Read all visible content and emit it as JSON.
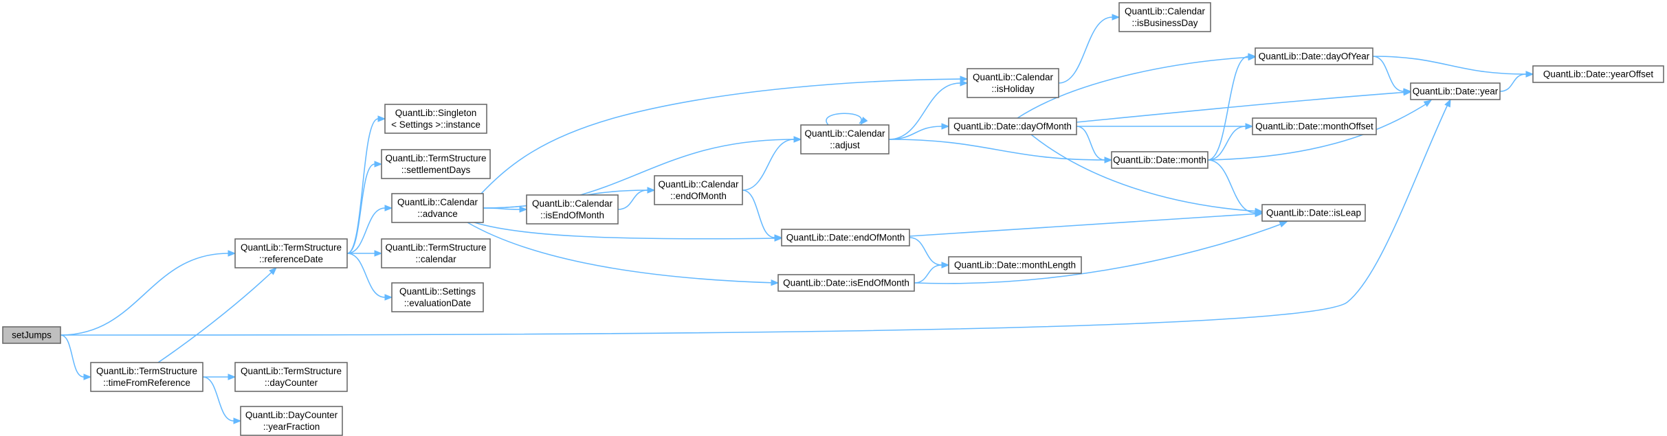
{
  "nodes": [
    {
      "id": "setJumps",
      "lines": [
        "setJumps"
      ],
      "root": true
    },
    {
      "id": "ts_referenceDate",
      "lines": [
        "QuantLib::TermStructure",
        "::referenceDate"
      ]
    },
    {
      "id": "ts_timeFromReference",
      "lines": [
        "QuantLib::TermStructure",
        "::timeFromReference"
      ]
    },
    {
      "id": "singleton_instance",
      "lines": [
        "QuantLib::Singleton",
        "< Settings >::instance"
      ]
    },
    {
      "id": "ts_settlementDays",
      "lines": [
        "QuantLib::TermStructure",
        "::settlementDays"
      ]
    },
    {
      "id": "cal_advance",
      "lines": [
        "QuantLib::Calendar",
        "::advance"
      ]
    },
    {
      "id": "ts_calendar",
      "lines": [
        "QuantLib::TermStructure",
        "::calendar"
      ]
    },
    {
      "id": "settings_evaluationDate",
      "lines": [
        "QuantLib::Settings",
        "::evaluationDate"
      ]
    },
    {
      "id": "ts_dayCounter",
      "lines": [
        "QuantLib::TermStructure",
        "::dayCounter"
      ]
    },
    {
      "id": "dc_yearFraction",
      "lines": [
        "QuantLib::DayCounter",
        "::yearFraction"
      ]
    },
    {
      "id": "cal_isEndOfMonth",
      "lines": [
        "QuantLib::Calendar",
        "::isEndOfMonth"
      ]
    },
    {
      "id": "cal_endOfMonth",
      "lines": [
        "QuantLib::Calendar",
        "::endOfMonth"
      ]
    },
    {
      "id": "cal_adjust",
      "lines": [
        "QuantLib::Calendar",
        "::adjust"
      ]
    },
    {
      "id": "date_endOfMonth",
      "lines": [
        "QuantLib::Date::endOfMonth"
      ]
    },
    {
      "id": "date_isEndOfMonth",
      "lines": [
        "QuantLib::Date::isEndOfMonth"
      ]
    },
    {
      "id": "cal_isHoliday",
      "lines": [
        "QuantLib::Calendar",
        "::isHoliday"
      ]
    },
    {
      "id": "cal_isBusinessDay",
      "lines": [
        "QuantLib::Calendar",
        "::isBusinessDay"
      ]
    },
    {
      "id": "date_dayOfMonth",
      "lines": [
        "QuantLib::Date::dayOfMonth"
      ]
    },
    {
      "id": "date_monthLength",
      "lines": [
        "QuantLib::Date::monthLength"
      ]
    },
    {
      "id": "date_month",
      "lines": [
        "QuantLib::Date::month"
      ]
    },
    {
      "id": "date_dayOfYear",
      "lines": [
        "QuantLib::Date::dayOfYear"
      ]
    },
    {
      "id": "date_monthOffset",
      "lines": [
        "QuantLib::Date::monthOffset"
      ]
    },
    {
      "id": "date_isLeap",
      "lines": [
        "QuantLib::Date::isLeap"
      ]
    },
    {
      "id": "date_year",
      "lines": [
        "QuantLib::Date::year"
      ]
    },
    {
      "id": "date_yearOffset",
      "lines": [
        "QuantLib::Date::yearOffset"
      ]
    }
  ],
  "edges": [
    [
      "setJumps",
      "ts_referenceDate"
    ],
    [
      "setJumps",
      "ts_timeFromReference"
    ],
    [
      "setJumps",
      "date_year"
    ],
    [
      "ts_timeFromReference",
      "ts_referenceDate"
    ],
    [
      "ts_timeFromReference",
      "ts_dayCounter"
    ],
    [
      "ts_timeFromReference",
      "dc_yearFraction"
    ],
    [
      "ts_referenceDate",
      "singleton_instance"
    ],
    [
      "ts_referenceDate",
      "ts_settlementDays"
    ],
    [
      "ts_referenceDate",
      "cal_advance"
    ],
    [
      "ts_referenceDate",
      "ts_calendar"
    ],
    [
      "ts_referenceDate",
      "settings_evaluationDate"
    ],
    [
      "cal_advance",
      "cal_isHoliday"
    ],
    [
      "cal_advance",
      "cal_adjust"
    ],
    [
      "cal_advance",
      "cal_endOfMonth"
    ],
    [
      "cal_advance",
      "cal_isEndOfMonth"
    ],
    [
      "cal_advance",
      "date_endOfMonth"
    ],
    [
      "cal_advance",
      "date_isEndOfMonth"
    ],
    [
      "cal_isEndOfMonth",
      "cal_endOfMonth"
    ],
    [
      "cal_endOfMonth",
      "cal_adjust"
    ],
    [
      "cal_endOfMonth",
      "date_endOfMonth"
    ],
    [
      "cal_adjust",
      "cal_adjust"
    ],
    [
      "cal_adjust",
      "cal_isHoliday"
    ],
    [
      "cal_adjust",
      "date_dayOfMonth"
    ],
    [
      "cal_adjust",
      "date_month"
    ],
    [
      "cal_isHoliday",
      "cal_isBusinessDay"
    ],
    [
      "date_endOfMonth",
      "date_monthLength"
    ],
    [
      "date_endOfMonth",
      "date_isLeap"
    ],
    [
      "date_isEndOfMonth",
      "date_monthLength"
    ],
    [
      "date_isEndOfMonth",
      "date_isLeap"
    ],
    [
      "date_dayOfMonth",
      "date_dayOfYear"
    ],
    [
      "date_dayOfMonth",
      "date_year"
    ],
    [
      "date_dayOfMonth",
      "date_monthOffset"
    ],
    [
      "date_dayOfMonth",
      "date_month"
    ],
    [
      "date_dayOfMonth",
      "date_isLeap"
    ],
    [
      "date_month",
      "date_dayOfYear"
    ],
    [
      "date_month",
      "date_monthOffset"
    ],
    [
      "date_month",
      "date_year"
    ],
    [
      "date_month",
      "date_isLeap"
    ],
    [
      "date_dayOfYear",
      "date_yearOffset"
    ],
    [
      "date_dayOfYear",
      "date_year"
    ],
    [
      "date_year",
      "date_yearOffset"
    ]
  ]
}
